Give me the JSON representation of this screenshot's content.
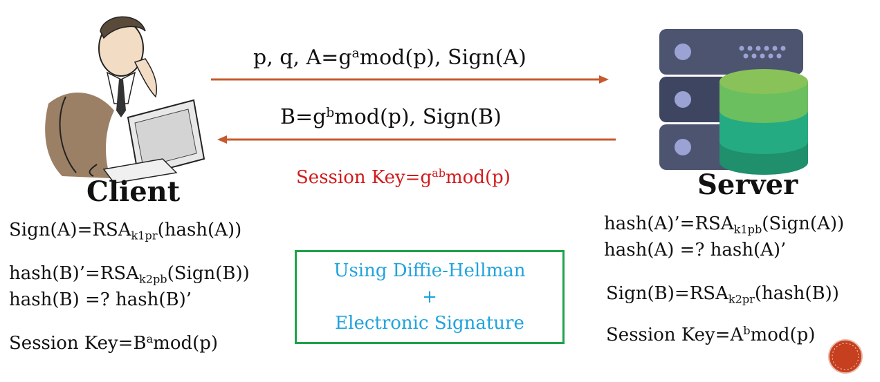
{
  "colors": {
    "arrow": "#c65a2e",
    "session_center": "#d21a1a",
    "box_border": "#1fa24a",
    "box_text": "#1fa3dd",
    "server_dark": "#4d5470",
    "db_top": "#8ac25a",
    "db_mid": "#28ad80",
    "page_marker": "#c6401f"
  },
  "icons": {
    "client": "businessman-at-computer-icon",
    "server": "server-rack-with-database-icon",
    "marker": "page-marker-circle-icon"
  },
  "messages": {
    "to_server": {
      "prefix": "p, q, A=g",
      "sup": "a",
      "suffix": "mod(p), Sign(A)"
    },
    "to_client": {
      "prefix": "B=g",
      "sup": "b",
      "suffix": "mod(p), Sign(B)"
    }
  },
  "session_key_center": {
    "prefix": "Session Key=g",
    "sup": "ab",
    "suffix": "mod(p)"
  },
  "client": {
    "label": "Client",
    "sign": {
      "prefix": "Sign(A)=RSA",
      "sub": "k1pr",
      "suffix": "(hash(A))"
    },
    "verify_hash": {
      "prefix": "hash(B)’=RSA",
      "sub": "k2pb",
      "suffix": "(Sign(B))"
    },
    "compare": "hash(B) =? hash(B)’",
    "session_key": {
      "prefix": "Session Key=B",
      "sup": "a",
      "suffix": "mod(p)"
    }
  },
  "server": {
    "label": "Server",
    "verify_hash": {
      "prefix": "hash(A)’=RSA",
      "sub": "k1pb",
      "suffix": "(Sign(A))"
    },
    "compare": "hash(A) =? hash(A)’",
    "sign": {
      "prefix": "Sign(B)=RSA",
      "sub": "k2pr",
      "suffix": "(hash(B))"
    },
    "session_key": {
      "prefix": "Session Key=A",
      "sup": "b",
      "suffix": "mod(p)"
    }
  },
  "box": {
    "line1": "Using Diffie-Hellman",
    "line2": "+",
    "line3": "Electronic Signature"
  }
}
